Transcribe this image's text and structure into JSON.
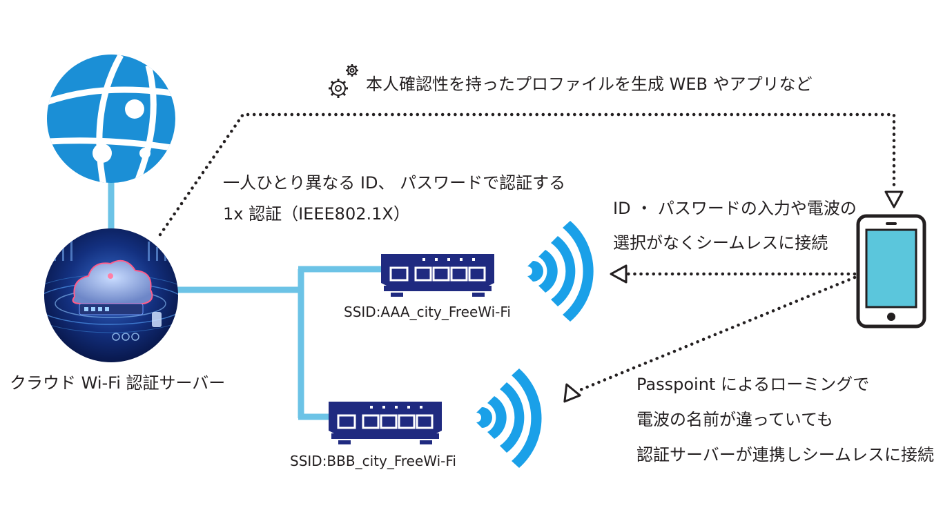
{
  "profile_note": "本人確認性を持ったプロファイルを生成 WEB やアプリなど",
  "auth_line1": "一人ひとり異なる ID、 パスワードで認証する",
  "auth_line2": "1x 認証（IEEE802.1X）",
  "seamless_line1": "ID ・ パスワードの入力や電波の",
  "seamless_line2": "選択がなくシームレスに接続",
  "passpoint_line1": "Passpoint によるローミングで",
  "passpoint_line2": "電波の名前が違っていても",
  "passpoint_line3": "認証サーバーが連携しシームレスに接続",
  "server_label": "クラウド Wi-Fi 認証サーバー",
  "ssid_a": "SSID:AAA_city_FreeWi-Fi",
  "ssid_b": "SSID:BBB_city_FreeWi-Fi",
  "colors": {
    "globe": "#1b8fd6",
    "link": "#6cc3e6",
    "router": "#1f2a80",
    "wifi": "#1aa0e8",
    "phone_screen": "#5bc6dc",
    "dotted": "#231f20",
    "server_bg": "#0a1a5a"
  },
  "icons": [
    "globe-icon",
    "gear-icon",
    "router-icon",
    "wifi-signal-icon",
    "smartphone-icon",
    "cloud-server-icon",
    "arrowhead-icon"
  ]
}
